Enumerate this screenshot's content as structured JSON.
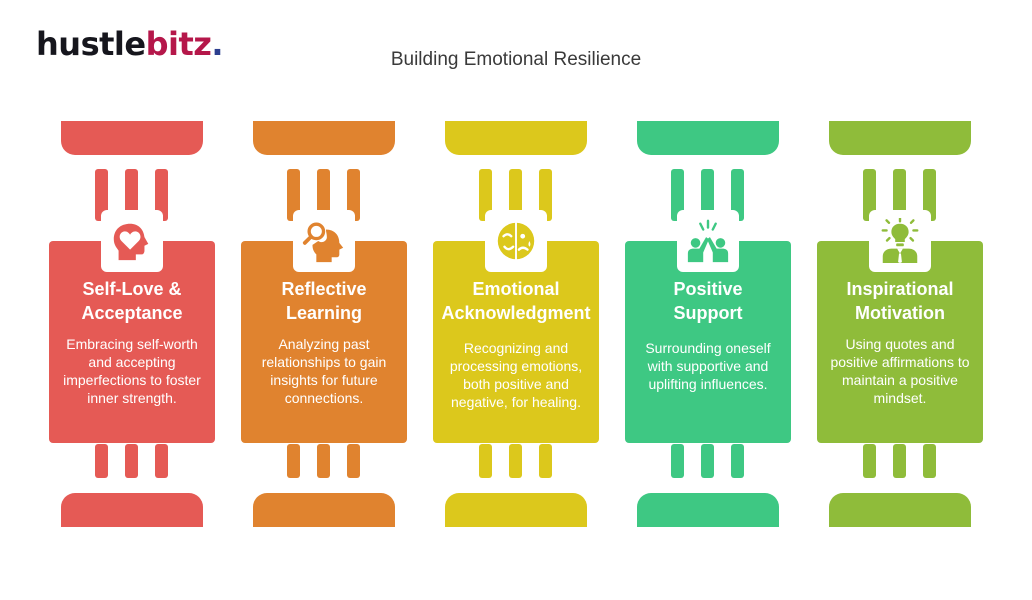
{
  "logo": {
    "part1": "hustle",
    "part2": "bitz",
    "dot": "."
  },
  "title": "Building Emotional Resilience",
  "cards": [
    {
      "title_line1": "Self-Love &",
      "title_line2": "Acceptance",
      "description": "Embracing self-worth and accepting imperfections to foster inner strength.",
      "color": "#e55a55",
      "icon": "head-heart-icon"
    },
    {
      "title_line1": "Reflective",
      "title_line2": "Learning",
      "description": "Analyzing past relationships to gain insights for future connections.",
      "color": "#e0832f",
      "icon": "head-magnifier-icon"
    },
    {
      "title_line1": "Emotional",
      "title_line2": "Acknowledgment",
      "description": "Recognizing and processing emotions, both positive and negative, for healing.",
      "color": "#dcc81c",
      "icon": "mixed-emotions-face-icon"
    },
    {
      "title_line1": "Positive",
      "title_line2": "Support",
      "description": "Surrounding oneself with supportive and uplifting influences.",
      "color": "#3ec883",
      "icon": "high-five-icon"
    },
    {
      "title_line1": "Inspirational",
      "title_line2": "Motivation",
      "description": "Using quotes and positive affirmations to maintain a positive mindset.",
      "color": "#8fbc3a",
      "icon": "lightbulb-person-icon"
    }
  ]
}
